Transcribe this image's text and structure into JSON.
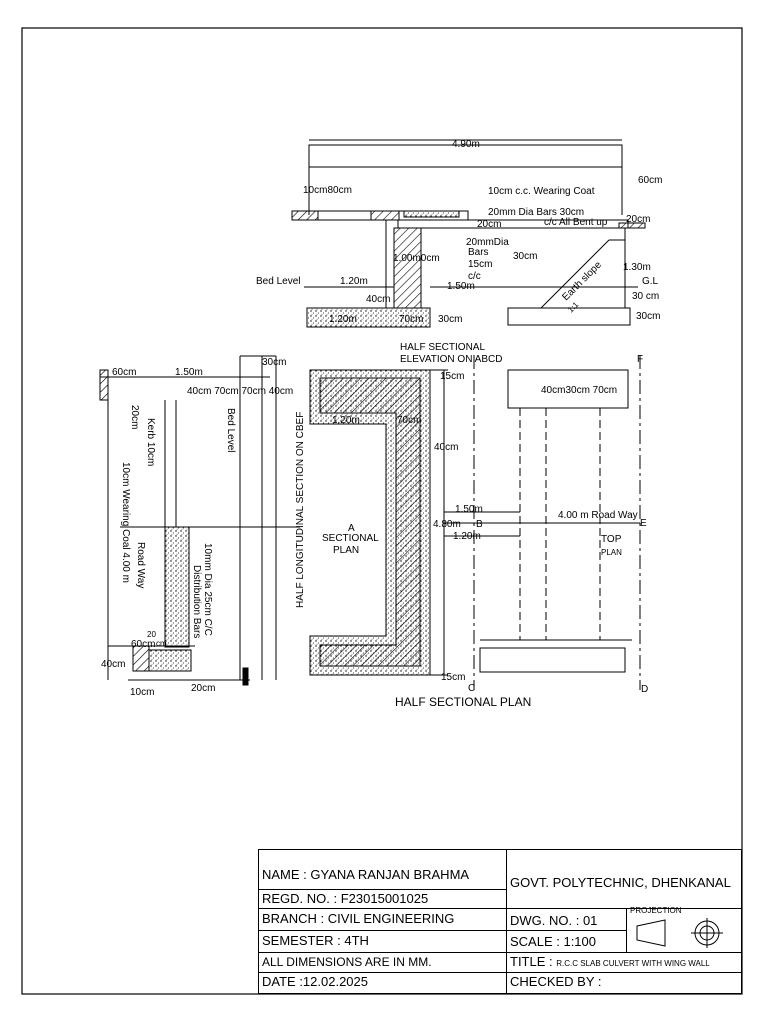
{
  "drawing": {
    "elevation": {
      "heading_line1": "HALF SECTIONAL",
      "heading_line2": "ELEVATION ON ABCD",
      "dims": {
        "span": "4.90m",
        "left_top": "10cm80cm",
        "wearing_coat": "10cm c.c. Wearing Coat",
        "right_top": "60cm",
        "bars_main_1": "20mm Dia Bars 30cm",
        "bars_main_2": "c/c All Bent up",
        "bars_inner": "20cm",
        "right_kerb": "20cm",
        "bars15_1": "20mmDia",
        "bars15_2": "Bars",
        "bars15_3": "15cm",
        "bars15_4": "c/c",
        "abut_height": "1.00m0cm",
        "mid_30": "30cm",
        "bed_level": "Bed Level",
        "bed_width": "1.20m",
        "slope_len": "1.50m",
        "earth_slope": "Earth slope",
        "slope_ratio": "1:1",
        "right_height": "1.30m",
        "gl": "G.L",
        "right_30a": "30 cm",
        "base_40": "40cm",
        "base_width": "1.20m",
        "base_70": "70cm",
        "base_30": "30cm",
        "right_base_30": "30cm"
      }
    },
    "long_section": {
      "heading": "HALF LONGITUDINAL SECTION ON CBEF",
      "dims": {
        "top_60": "60cm",
        "top_150": "1.50m",
        "top_30": "30cm",
        "top_row": "40cm 70cm 70cm 40cm",
        "left_20": "20cm",
        "kerb": "Kerb 10cm",
        "bed_level": "Bed Level",
        "wearing": "10cm Wearing Coal 4.00 m",
        "road_way": "Road Way",
        "dist_bars_1": "10mm Dia 25cm C/C",
        "dist_bars_2": "Distribution Bars",
        "bot_60": "60cm",
        "bot_40": "40cm",
        "bot_20a": "20",
        "bot_cm": "cm",
        "bot_10": "10cm",
        "bot_20": "20cm"
      }
    },
    "plan": {
      "heading": "HALF SECTIONAL PLAN",
      "dims": {
        "top_15": "15cm",
        "left_120": "1.20m",
        "inner_70": "70cm",
        "inner_40": "40cm",
        "mid_150": "1.50m",
        "mid_480": "4.80m",
        "mid_120": "1.20m",
        "bot_15": "15cm",
        "top_row": "40cm30cm 70cm",
        "road_way": "4.00 m Road Way",
        "sectional_a": "A",
        "sectional_1": "SECTIONAL",
        "sectional_2": "PLAN",
        "top_1": "TOP",
        "top_2": "PLAN",
        "label_b": "B",
        "label_c": "C",
        "label_d": "D",
        "label_e": "E",
        "label_f": "F"
      }
    }
  },
  "title_block": {
    "name": "NAME : GYANA RANJAN BRAHMA",
    "regd": "REGD. NO. : F23015001025",
    "branch": "BRANCH : CIVIL ENGINEERING",
    "semester": "SEMESTER : 4TH",
    "dimensions": "ALL DIMENSIONS ARE IN MM.",
    "date": "DATE :12.02.2025",
    "institute": "GOVT. POLYTECHNIC, DHENKANAL",
    "dwg_no": "DWG. NO. : 01",
    "scale": "SCALE : 1:100",
    "projection": "PROJECTION",
    "title_label": "TITLE :",
    "title_value": "R.C.C SLAB CULVERT WITH WING WALL",
    "checked_by": "CHECKED BY :"
  }
}
